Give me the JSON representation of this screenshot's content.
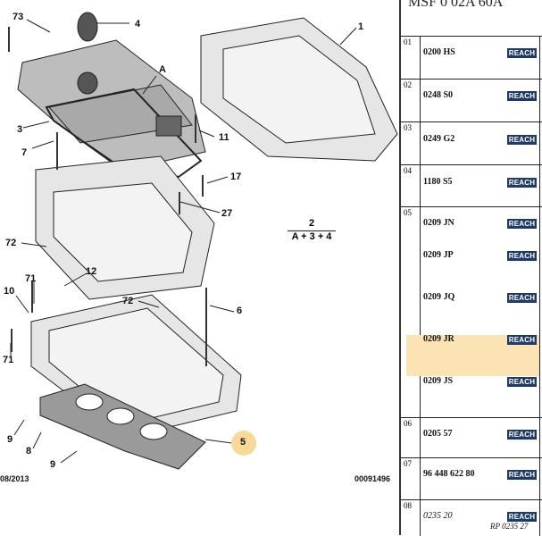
{
  "diagram": {
    "callouts": [
      "73",
      "4",
      "1",
      "A",
      "3",
      "7",
      "11",
      "17",
      "27",
      "72",
      "12",
      "71",
      "10",
      "72",
      "6",
      "71",
      "9",
      "8",
      "9",
      "5"
    ],
    "formula_top": "2",
    "formula_bottom": "A + 3 + 4",
    "date": "08/2013",
    "ref": "00091496",
    "highlighted_callout": "5"
  },
  "table": {
    "header": "MSF 0 02A 60A",
    "reach_label": "REACH",
    "rows": [
      {
        "num": "01",
        "parts": [
          "0200 HS"
        ]
      },
      {
        "num": "02",
        "parts": [
          "0248 S0"
        ]
      },
      {
        "num": "03",
        "parts": [
          "0249 G2"
        ]
      },
      {
        "num": "04",
        "parts": [
          "1180 S5"
        ]
      },
      {
        "num": "05",
        "parts": [
          "0209 JN",
          "0209 JP",
          "0209 JQ",
          "0209 JR",
          "0209 JS"
        ]
      },
      {
        "num": "06",
        "parts": [
          "0205 57"
        ]
      },
      {
        "num": "07",
        "parts": [
          "96 448 622 80"
        ]
      },
      {
        "num": "08",
        "parts": [
          "0235 20"
        ]
      }
    ],
    "selected_part": "0209 JR",
    "footer": "RP 0235 27"
  },
  "colors": {
    "reach_badge": "#1e3a66",
    "highlight": "#fbe3b3"
  }
}
